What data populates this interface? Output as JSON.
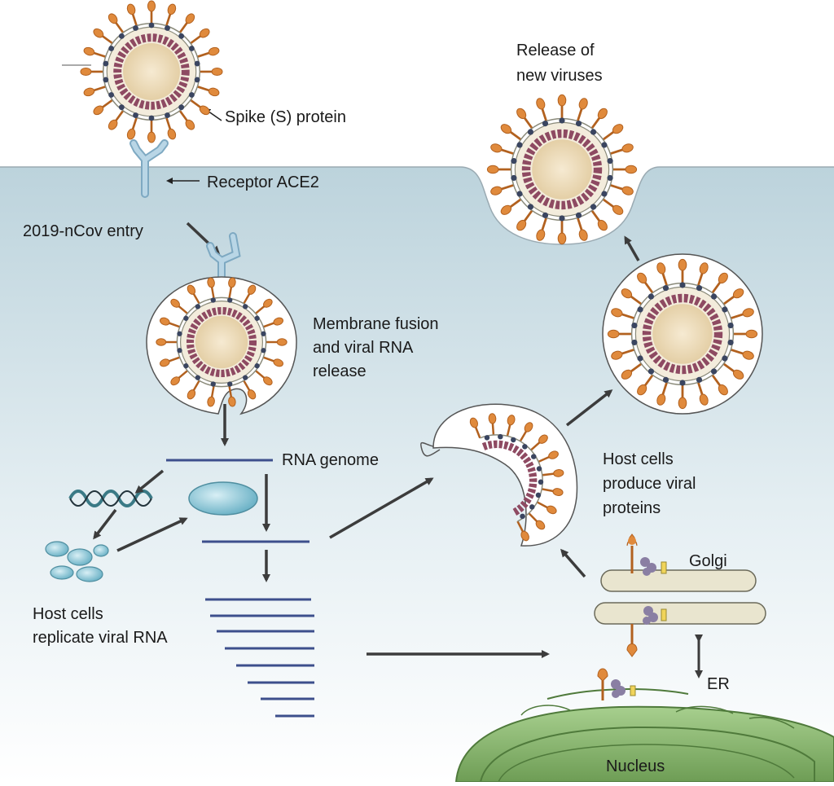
{
  "labels": {
    "spike": "Spike (S) protein",
    "receptor": "Receptor ACE2",
    "entry": "2019-nCov entry",
    "fusion": [
      "Membrane fusion",
      "and viral RNA",
      "release"
    ],
    "rna_genome": "RNA genome",
    "replicate": [
      "Host cells",
      "replicate viral RNA"
    ],
    "release": [
      "Release of",
      "new viruses"
    ],
    "produce": [
      "Host cells",
      "produce viral",
      "proteins"
    ],
    "golgi": "Golgi",
    "er": "ER",
    "nucleus": "Nucleus"
  },
  "colors": {
    "cell_top": "#bcd3dc",
    "cell_bottom": "#ffffff",
    "spike": "#e08a3c",
    "spike_dark": "#b2611f",
    "capsid": "#eddcbc",
    "rna_coil": "#8e4a62",
    "membrane_protein": "#3a4560",
    "receptor": "#9cc2d9",
    "rna_line": "#3d4f8c",
    "arrow": "#3c3c3c",
    "nucleus_fill": "#8fbd73",
    "nucleus_dark": "#5c8a45",
    "organelle": "#e9e5cf",
    "ribosome": "#7fc2d4"
  }
}
